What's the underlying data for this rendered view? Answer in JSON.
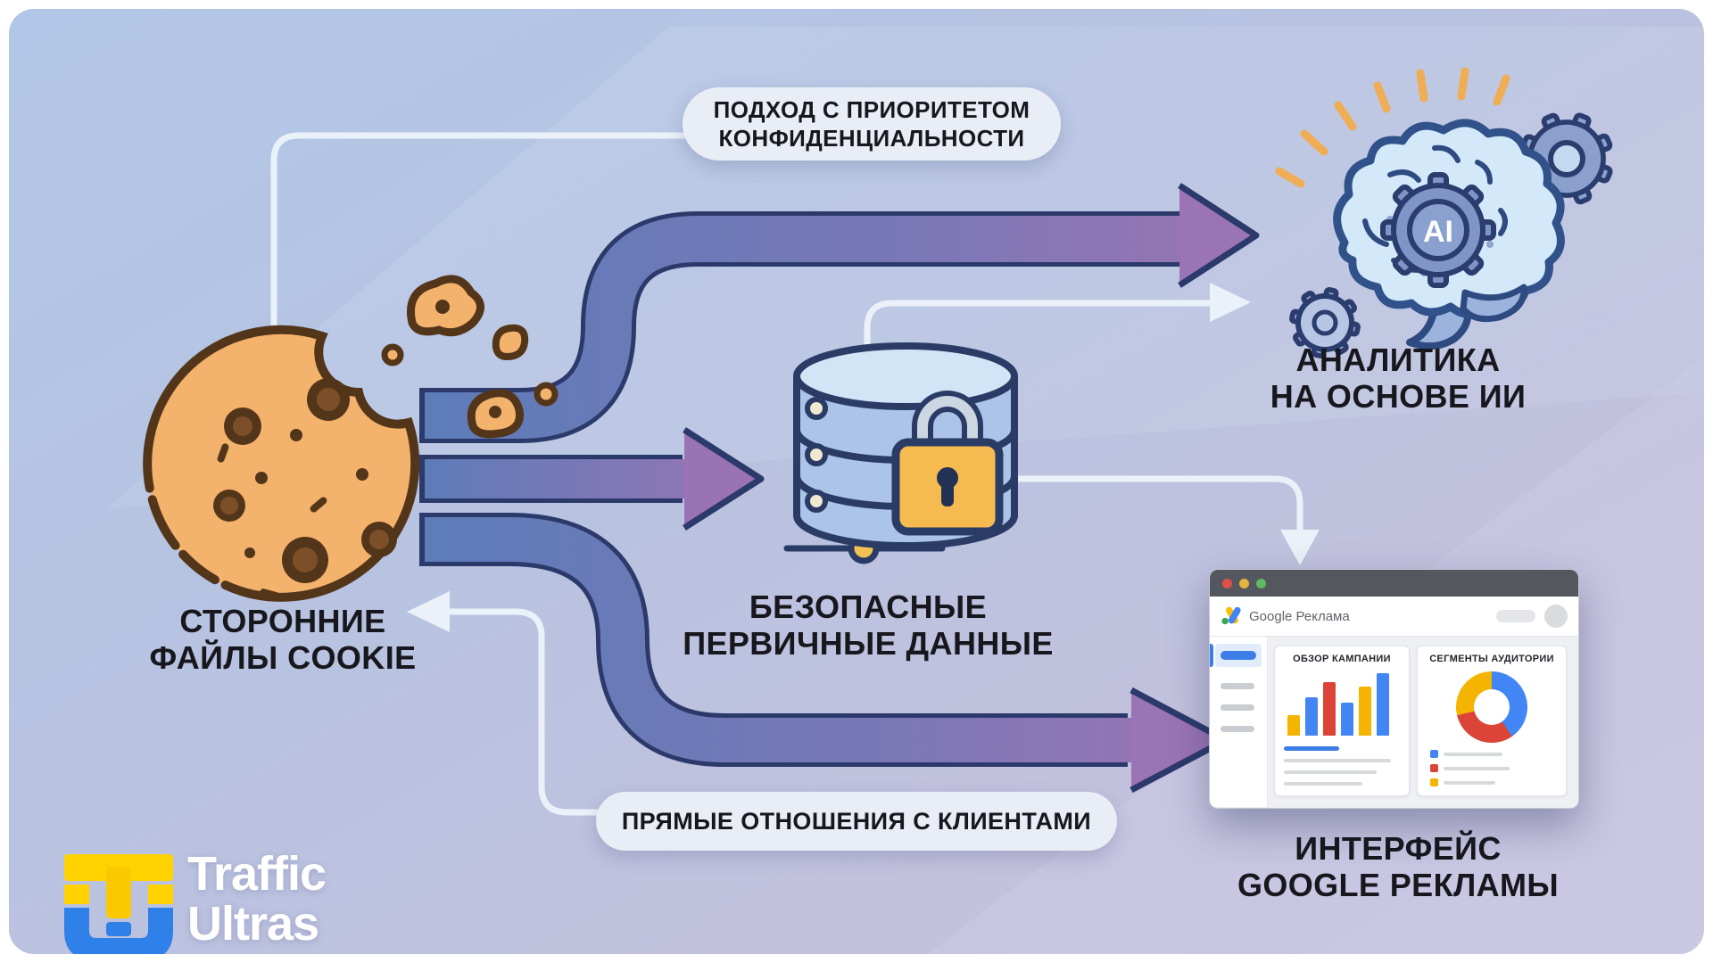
{
  "palette": {
    "background_top": "#b2c7e7",
    "background_bottom": "#c8c4de",
    "arrow_gradient_start": "#5d7cb8",
    "arrow_gradient_end": "#9b74b5",
    "arrow_outline": "#2c3a6b",
    "connector_white": "#edf3fa",
    "cookie_fill": "#f4b36c",
    "cookie_outline": "#53351a",
    "database_fill": "#abc4e8",
    "lock_fill": "#f5bb50",
    "brain_fill": "#d3e9f9",
    "icon_outline": "#2a3c66",
    "google_blue": "#4285f4",
    "google_red": "#db4437",
    "google_yellow": "#f4b400",
    "brand_yellow": "#ffd200",
    "brand_blue": "#2f80e8"
  },
  "labels": {
    "privacy_pill_line1": "ПОДХОД С ПРИОРИТЕТОМ",
    "privacy_pill_line2": "КОНФИДЕНЦИАЛЬНОСТИ",
    "third_party_line1": "СТОРОННИЕ",
    "third_party_line2": "ФАЙЛЫ COOKIE",
    "secure_line1": "БЕЗОПАСНЫЕ",
    "secure_line2": "ПЕРВИЧНЫЕ ДАННЫЕ",
    "ai_line1": "АНАЛИТИКА",
    "ai_line2": "НА ОСНОВЕ ИИ",
    "ads_line1": "ИНТЕРФЕЙС",
    "ads_line2": "GOOGLE РЕКЛАМЫ",
    "direct_pill": "ПРЯМЫЕ ОТНОШЕНИЯ С КЛИЕНТАМИ",
    "ai_badge": "AI"
  },
  "browser": {
    "app_name": "Google Реклама",
    "card1_title": "ОБЗОР КАМПАНИИ",
    "card2_title": "СЕГМЕНТЫ АУДИТОРИИ"
  },
  "brand": {
    "line1": "Traffic",
    "line2": "Ultras"
  },
  "chart_data": [
    {
      "type": "bar",
      "title": "ОБЗОР КАМПАНИИ",
      "values": [
        33,
        61,
        86,
        53,
        79,
        100
      ],
      "unit": "relative height %",
      "colors": [
        "#f4b400",
        "#4285f4",
        "#db4437",
        "#4285f4",
        "#f4b400",
        "#4285f4"
      ],
      "xlabel": "",
      "ylabel": "",
      "grid": false,
      "legend": false
    },
    {
      "type": "pie",
      "donut": true,
      "title": "СЕГМЕНТЫ АУДИТОРИИ",
      "start_angle_deg": -35,
      "segments": [
        {
          "label": "segment-blue",
          "value": 50,
          "color": "#4285f4"
        },
        {
          "label": "segment-red",
          "value": 31,
          "color": "#db4437"
        },
        {
          "label": "segment-yellow",
          "value": 19,
          "color": "#f4b400"
        }
      ],
      "legend": true,
      "legend_position": "bottom-left"
    }
  ]
}
